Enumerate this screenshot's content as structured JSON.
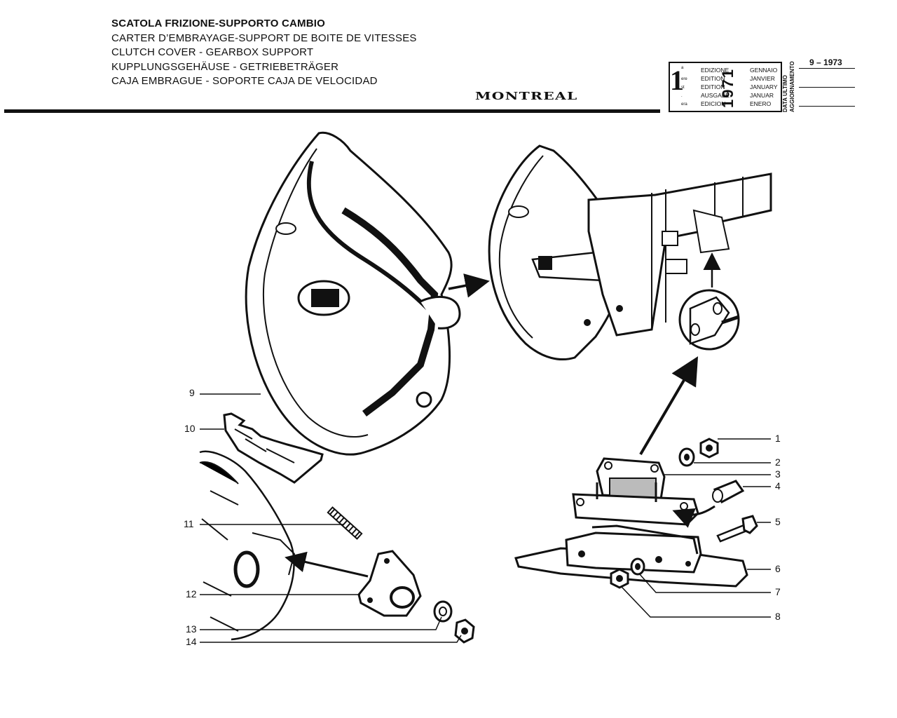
{
  "header": {
    "titles": [
      "SCATOLA FRIZIONE-SUPPORTO CAMBIO",
      "CARTER D’EMBRAYAGE-SUPPORT DE BOITE DE VITESSES",
      "CLUTCH COVER - GEARBOX SUPPORT",
      "KUPPLUNGSGEHÄUSE - GETRIEBETRÄGER",
      "CAJA EMBRAGUE - SOPORTE CAJA DE VELOCIDAD"
    ],
    "brand": "MONTREAL"
  },
  "edition": {
    "number": "1",
    "suffixes": [
      "a",
      "ere",
      "st",
      ".",
      "era"
    ],
    "words": [
      "EDIZIONE",
      "EDITION",
      "EDITION",
      "AUSGABE",
      "EDICION"
    ],
    "year": "1971",
    "months": [
      "GENNAIO",
      "JANVIER",
      "JANUARY",
      "JANUAR",
      "ENERO"
    ],
    "update_label_1": "DATA ULTIMO",
    "update_label_2": "AGGIORNAMENTO",
    "update_date": "9 – 1973"
  },
  "callouts": {
    "left": [
      "9",
      "10",
      "11",
      "12",
      "13",
      "14"
    ],
    "right": [
      "1",
      "2",
      "3",
      "4",
      "5",
      "6",
      "7",
      "8"
    ]
  },
  "colors": {
    "ink": "#111111",
    "paper": "#ffffff",
    "fill_dark": "#1a1a1a",
    "fill_grey": "#bbbbbb"
  }
}
